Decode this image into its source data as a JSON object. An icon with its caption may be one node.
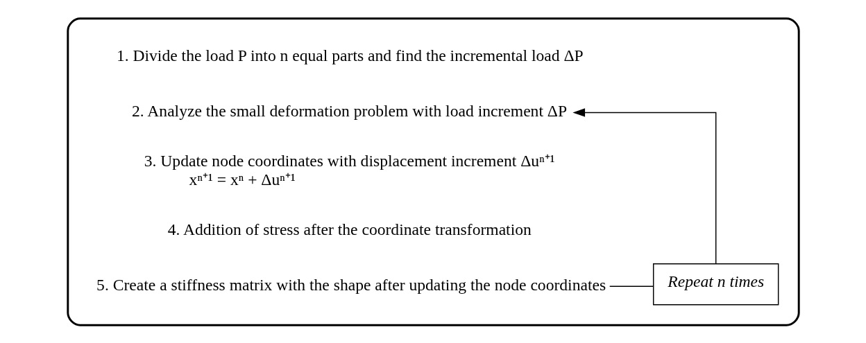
{
  "diagram": {
    "nodes": [
      {
        "text": [],
        "shape": "box"
      },
      {
        "text": [
          "1. Divide the load P into n equal parts and find the incremental load ΔP"
        ],
        "in": 0
      },
      {
        "text": [
          "2. Analyze the small deformation problem with load increment ΔP"
        ],
        "in": 0
      },
      {
        "text": [
          "3. Update node coordinates with displacement increment Δuⁿ⁺¹",
          "xⁿ⁺¹ = xⁿ + Δuⁿ⁺¹"
        ],
        "in": 0
      },
      {
        "text": [
          "4. Addition of stress after the coordinate transformation"
        ],
        "in": 0
      },
      {
        "text": [
          "5. Create a stiffness matrix with the shape after updating the node coordinates"
        ],
        "in": 0
      },
      {
        "text": [
          "Repeat n times"
        ],
        "in": 0
      }
    ],
    "edges": [
      {
        "from": 5,
        "to": 6,
        "arrow": "none"
      },
      {
        "from": 6,
        "to": 2,
        "arrow": "to"
      }
    ]
  }
}
